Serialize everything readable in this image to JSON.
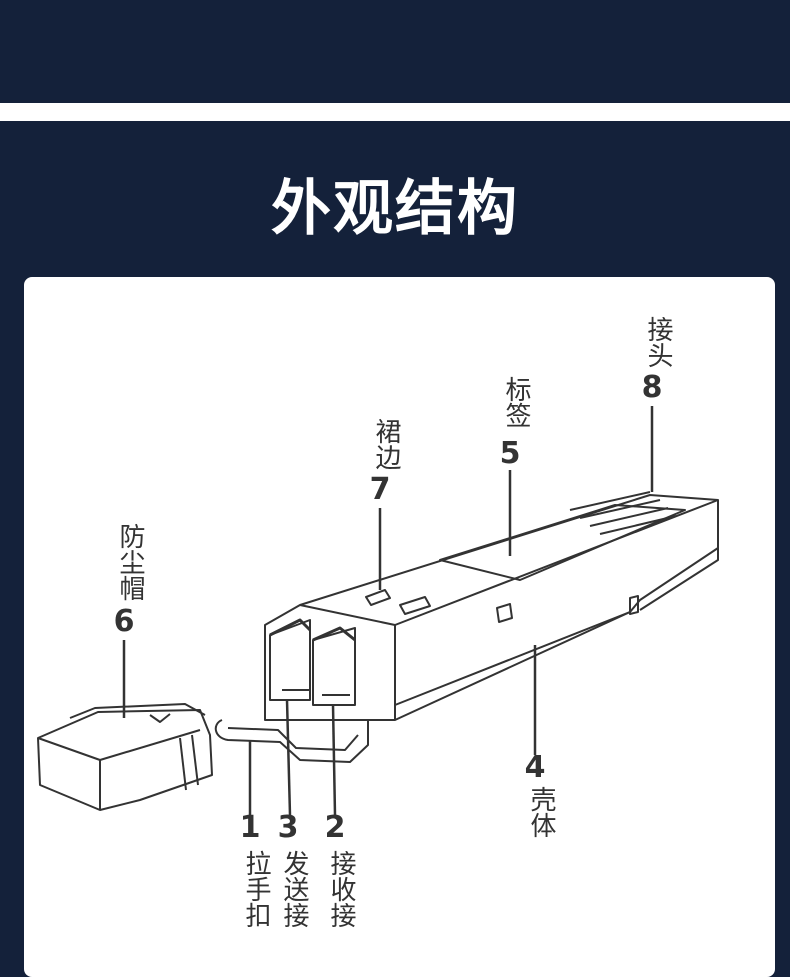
{
  "title": "外观结构",
  "parts": [
    {
      "num": "1",
      "label": "拉手扣"
    },
    {
      "num": "2",
      "label": "接收接"
    },
    {
      "num": "3",
      "label": "发送接"
    },
    {
      "num": "4",
      "label": "壳体"
    },
    {
      "num": "5",
      "label": "标签"
    },
    {
      "num": "6",
      "label": "防尘帽"
    },
    {
      "num": "7",
      "label": "裙边"
    },
    {
      "num": "8",
      "label": "接头"
    }
  ],
  "colors": {
    "background": "#14213a",
    "panel": "#ffffff",
    "line": "#333333"
  }
}
